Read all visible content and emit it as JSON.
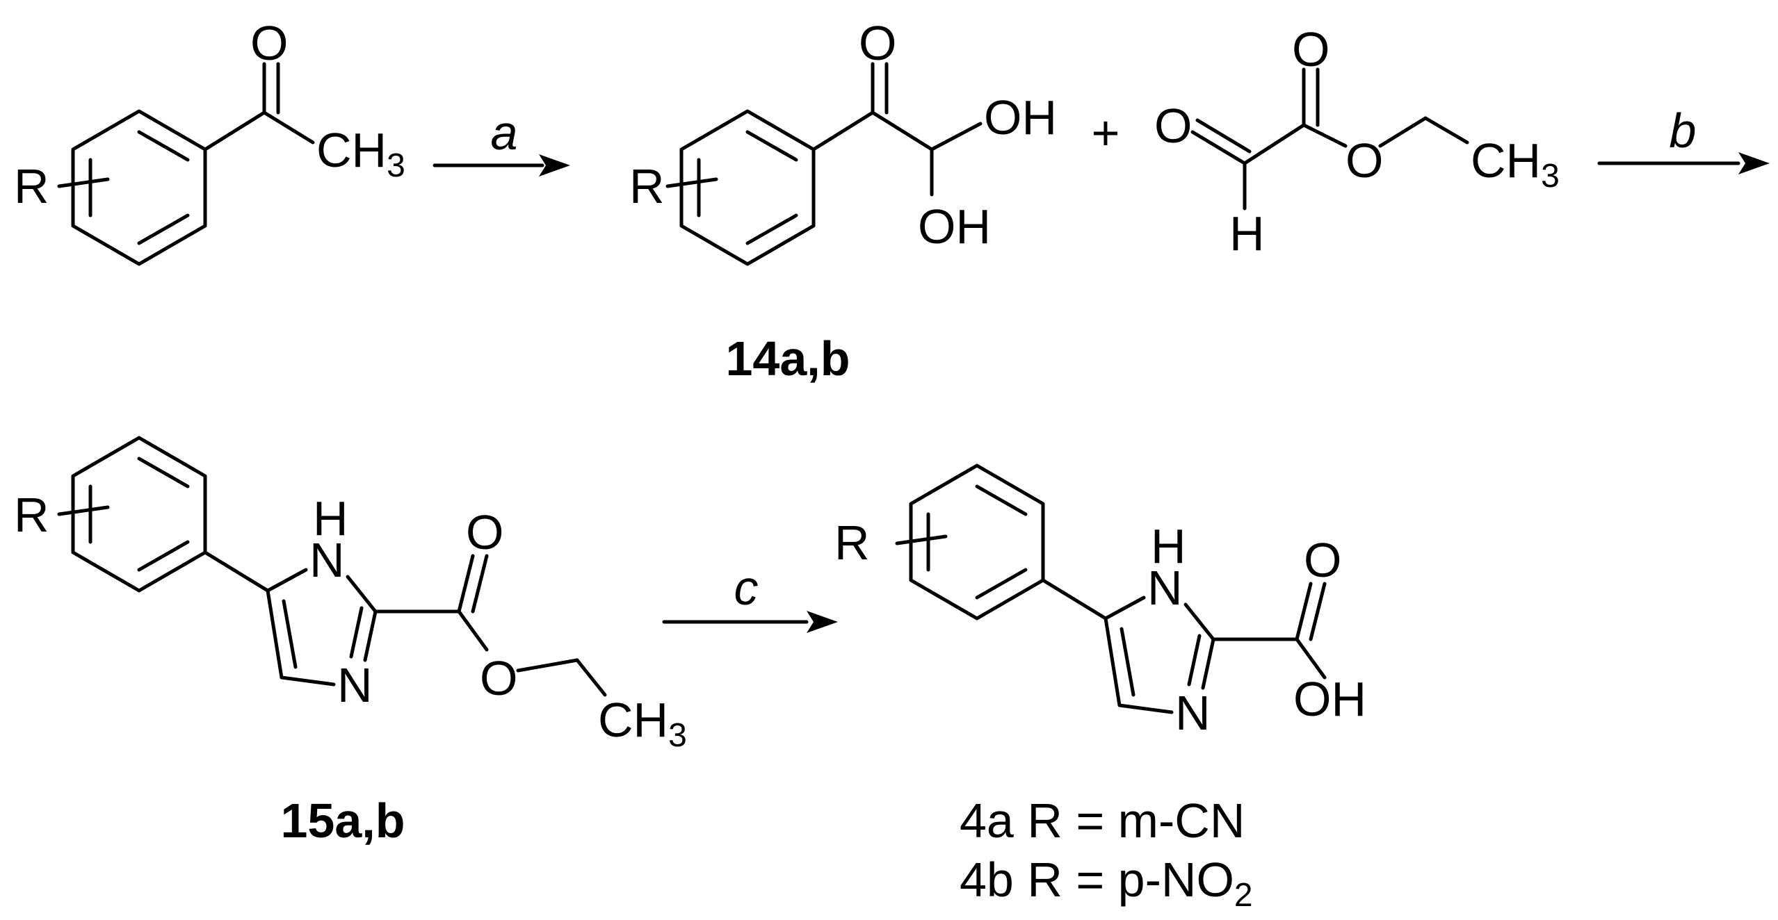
{
  "atoms": {
    "R": "R",
    "O": "O",
    "OH": "OH",
    "H": "H",
    "N": "N",
    "CH": "CH",
    "three": "3"
  },
  "plus": "+",
  "reagents": {
    "a": "a",
    "b": "b",
    "c": "c"
  },
  "labels": {
    "c14": "14a,b",
    "c15": "15a,b",
    "c4a_num": "4a",
    "c4a_eq": " R = ",
    "c4a_sub": "m",
    "c4a_grp": "-CN",
    "c4b_num": "4b",
    "c4b_eq": " R = ",
    "c4b_sub": "p",
    "c4b_grp": "-NO",
    "c4b_two": "2"
  }
}
